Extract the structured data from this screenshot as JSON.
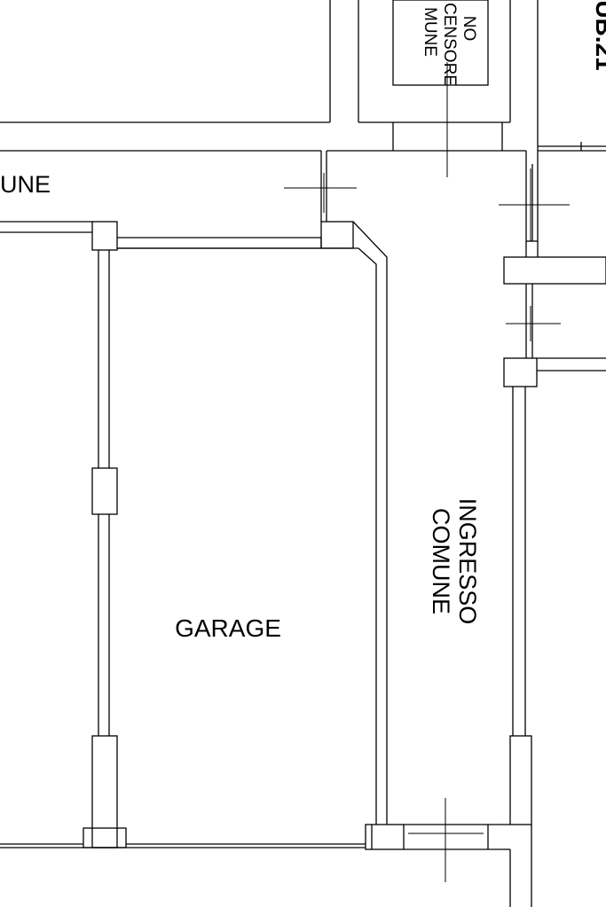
{
  "plan": {
    "rooms": {
      "garage": "GARAGE",
      "ingresso_line1": "INGRESSO",
      "ingresso_line2": "COMUNE",
      "comune_partial": "UNE"
    },
    "vano_ascensore": {
      "line1": "NO",
      "line2": "CENSORE",
      "line3": "MUNE"
    },
    "sub_label": "UB.21"
  }
}
